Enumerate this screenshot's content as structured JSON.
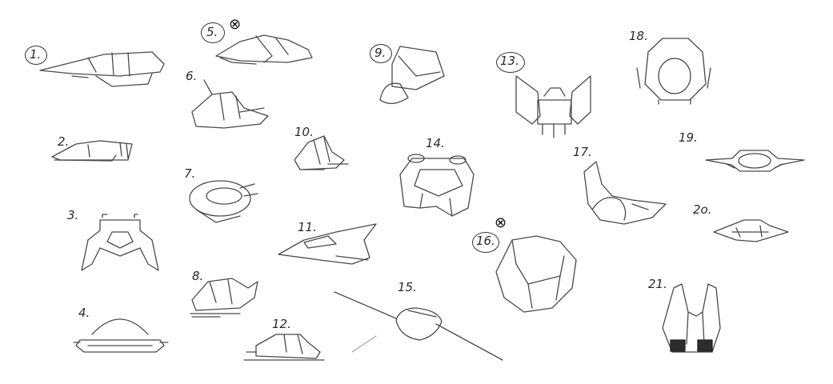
{
  "labels": {
    "n1": "1.",
    "n2": "2.",
    "n3": "3.",
    "n4": "4.",
    "n5": "5.",
    "n6": "6.",
    "n7": "7.",
    "n8": "8.",
    "n9": "9.",
    "n10": "10.",
    "n11": "11.",
    "n12": "12.",
    "n13": "13.",
    "n14": "14.",
    "n15": "15.",
    "n16": "16.",
    "n17": "17.",
    "n18": "18.",
    "n19": "19.",
    "n20": "2o.",
    "n21": "21."
  },
  "marks": {
    "reject_5": "⊗",
    "reject_16": "⊗"
  }
}
